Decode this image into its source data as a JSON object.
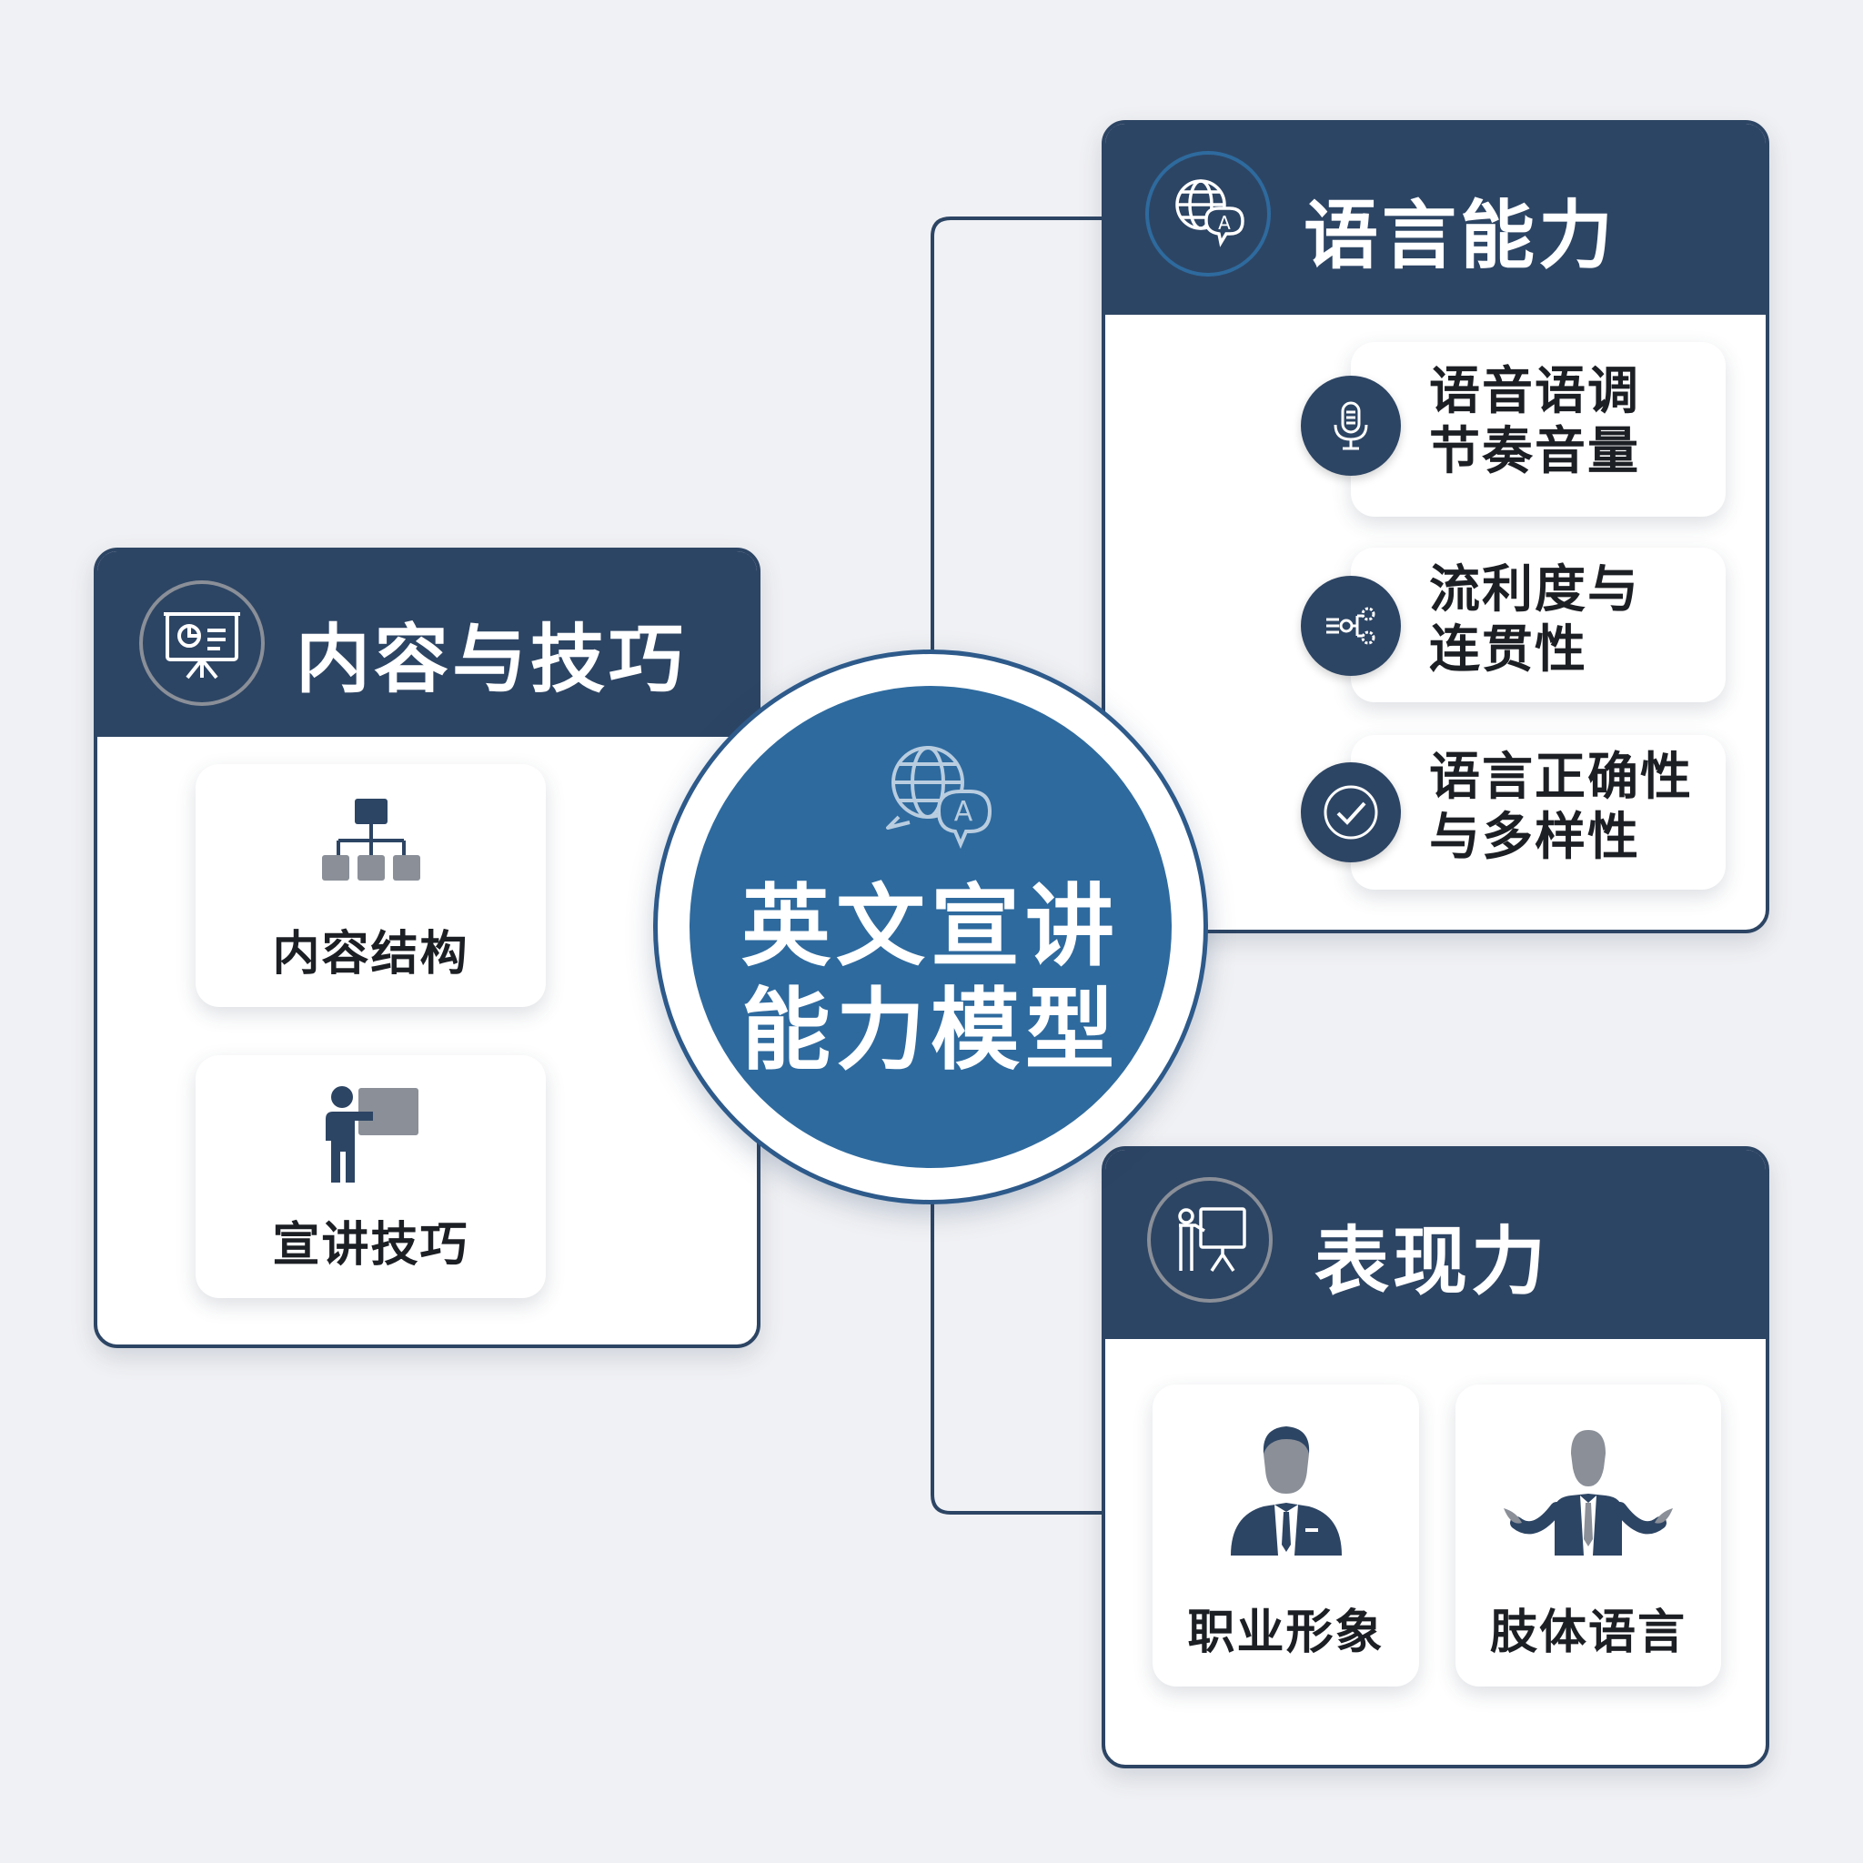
{
  "center": {
    "title_line1": "英文宣讲",
    "title_line2": "能力模型",
    "icon": "globe-language-icon"
  },
  "content_panel": {
    "title": "内容与技巧",
    "icon": "presentation-board-icon",
    "cards": [
      {
        "label": "内容结构",
        "icon": "org-chart-icon"
      },
      {
        "label": "宣讲技巧",
        "icon": "presenter-icon"
      }
    ]
  },
  "language_panel": {
    "title": "语言能力",
    "icon": "globe-language-icon",
    "items": [
      {
        "line1": "语音语调",
        "line2": "节奏音量",
        "icon": "microphone-icon"
      },
      {
        "line1": "流利度与",
        "line2": "连贯性",
        "icon": "flow-nodes-icon"
      },
      {
        "line1": "语言正确性",
        "line2": "与多样性",
        "icon": "check-circle-icon"
      }
    ]
  },
  "expression_panel": {
    "title": "表现力",
    "icon": "presenter-board-icon",
    "cards": [
      {
        "label": "职业形象",
        "icon": "businessman-icon"
      },
      {
        "label": "肢体语言",
        "icon": "gesture-person-icon"
      }
    ]
  },
  "colors": {
    "navy": "#2d4564",
    "blue": "#2e6a9e",
    "background": "#f0f1f4",
    "gray": "#8a8f98"
  }
}
